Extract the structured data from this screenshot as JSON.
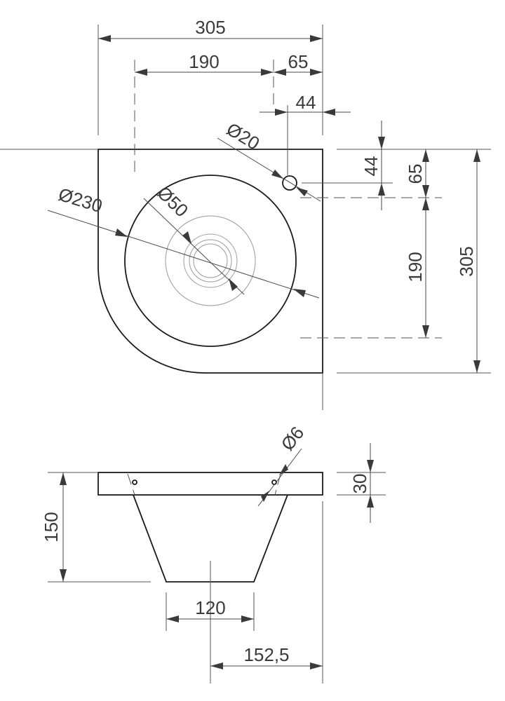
{
  "drawing": {
    "labels": {
      "top_width": "305",
      "left_span": "190",
      "right_span": "65",
      "tap_offset_x": "44",
      "tap_hole_dia": "Ø20",
      "bowl_dia": "Ø230",
      "drain_dia": "Ø50",
      "tap_offset_y": "44",
      "right_top_span": "65",
      "right_lower_span": "190",
      "right_total": "305",
      "mount_hole_dia": "Ø6",
      "rim_thickness": "30",
      "total_height": "150",
      "bottom_width": "120",
      "half_width": "152,5"
    }
  }
}
